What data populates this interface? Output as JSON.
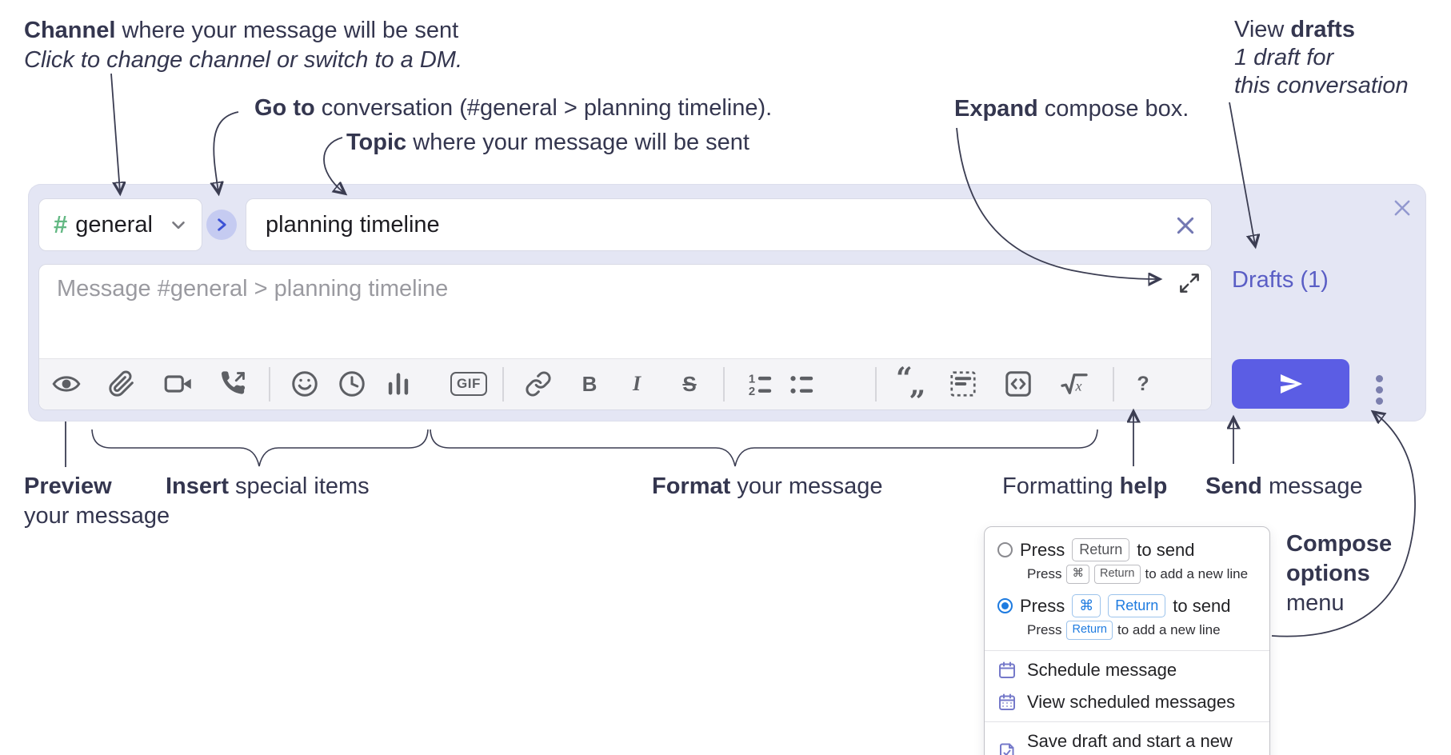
{
  "annotations": {
    "channel_line1_bold": "Channel",
    "channel_line1_rest": " where your message will be sent",
    "channel_line2": "Click to change channel or switch to a DM.",
    "goto_bold": "Go to",
    "goto_rest": " conversation (#general > planning timeline).",
    "topic_bold": "Topic",
    "topic_rest": " where your message will be sent",
    "expand_bold": "Expand",
    "expand_rest": " compose box.",
    "drafts_line1_pre": "View ",
    "drafts_line1_bold": "drafts",
    "drafts_line2": "1 draft for",
    "drafts_line3": "this conversation",
    "preview_bold": "Preview",
    "preview_line2": "your message",
    "insert_bold": "Insert",
    "insert_rest": " special items",
    "format_bold": "Format",
    "format_rest": " your message",
    "help_pre": "Formatting ",
    "help_bold": "help",
    "send_bold": "Send",
    "send_rest": " message",
    "compose_line1": "Compose",
    "compose_line2": "options",
    "compose_line3": "menu"
  },
  "composer": {
    "channel_hash": "#",
    "channel_name": "general",
    "topic_value": "planning timeline",
    "message_placeholder": "Message #general > planning timeline",
    "drafts_link": "Drafts (1)",
    "toolbar_gif": "GIF",
    "toolbar_bold": "B",
    "toolbar_italic": "I",
    "toolbar_strike": "S",
    "toolbar_sqrt_x": "x",
    "toolbar_help": "?",
    "toolbar_icon_names": [
      "preview-eye",
      "attach-paperclip",
      "video-clip",
      "phone-call",
      "emoji",
      "recent-clock",
      "bar-chart-poll",
      "gif",
      "link",
      "bold",
      "italic",
      "strikethrough",
      "ordered-list",
      "bulleted-list",
      "blockquote",
      "text-snippet",
      "code-block",
      "formula",
      "formatting-help",
      "send",
      "more-options"
    ]
  },
  "menu": {
    "opt1_press": "Press",
    "opt1_key": "Return",
    "opt1_to_send": "to send",
    "opt1_sub_press": "Press",
    "opt1_sub_key1": "⌘",
    "opt1_sub_key2": "Return",
    "opt1_sub_rest": "to add a new line",
    "opt2_press": "Press",
    "opt2_key1": "⌘",
    "opt2_key2": "Return",
    "opt2_to_send": "to send",
    "opt2_sub_press": "Press",
    "opt2_sub_key": "Return",
    "opt2_sub_rest": "to add a new line",
    "item_schedule": "Schedule message",
    "item_view_scheduled": "View scheduled messages",
    "item_save_draft": "Save draft and start a new message"
  },
  "colors": {
    "compose_bg": "#e4e6f4",
    "accent_send_blue": "#5b5de4",
    "drafts_link_purple": "#5a5ec5",
    "selected_option_blue": "#1e7be0",
    "channel_hash_green": "#63b883",
    "menu_icon_purple": "#7579ca"
  }
}
